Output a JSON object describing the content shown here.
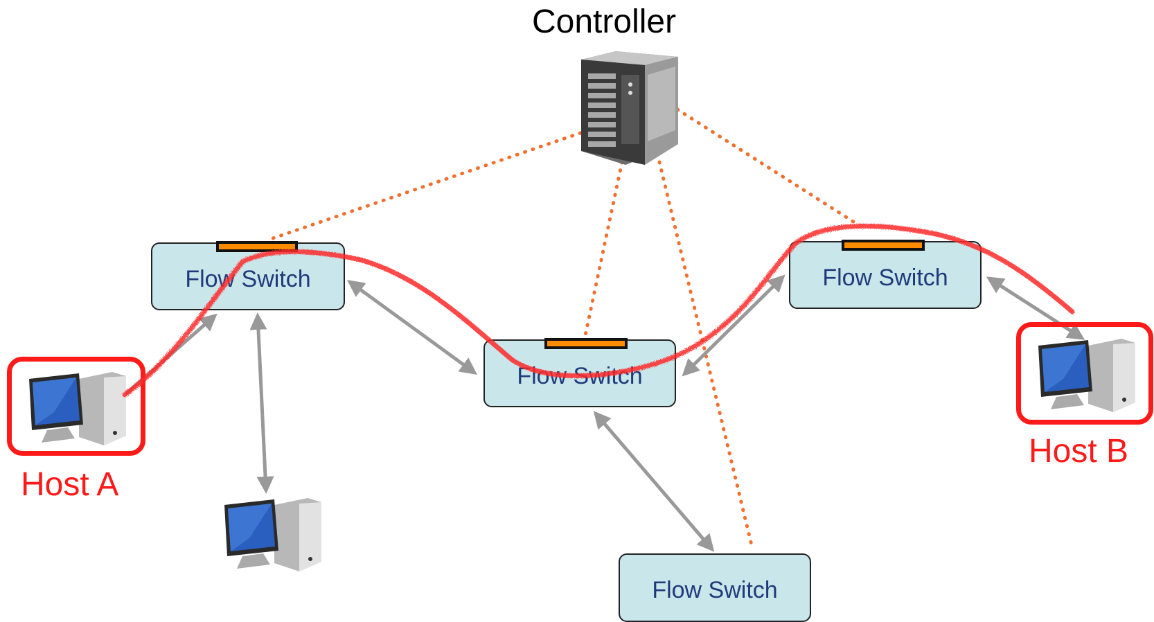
{
  "controller": {
    "label": "Controller"
  },
  "switches": [
    {
      "id": "s1",
      "label": "Flow Switch"
    },
    {
      "id": "s2",
      "label": "Flow Switch"
    },
    {
      "id": "s3",
      "label": "Flow Switch"
    },
    {
      "id": "s4",
      "label": "Flow Switch"
    }
  ],
  "hosts": {
    "a": {
      "label": "Host A"
    },
    "b": {
      "label": "Host B"
    }
  },
  "colors": {
    "control_link": "#f07030",
    "data_link": "#999999",
    "path": "#ff2a2a",
    "switch_fill": "#c9e6ea",
    "flow_table": "#ff8c00",
    "host_highlight": "#ff1a1a"
  }
}
